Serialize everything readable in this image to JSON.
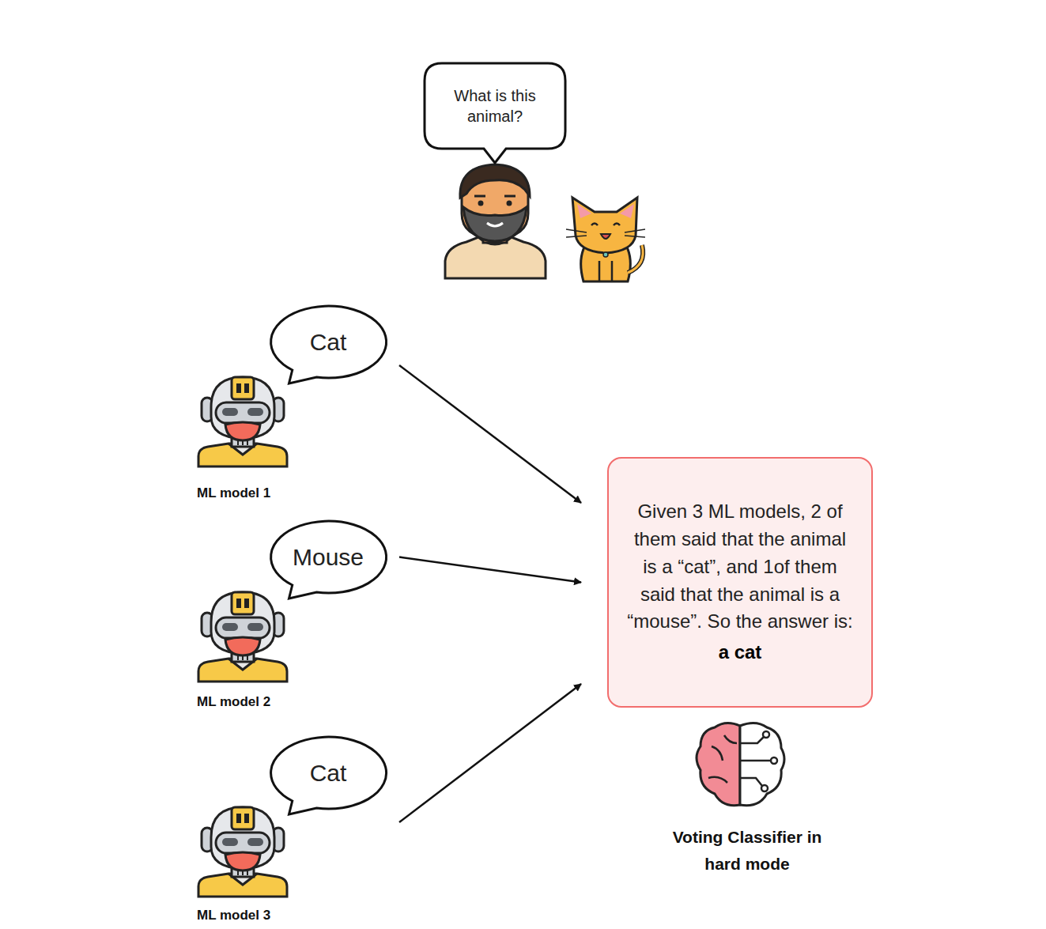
{
  "diagram": {
    "nodes": [
      {
        "text": [
          "What is this animal?"
        ]
      },
      {
        "text": [
          "Cat"
        ]
      },
      {
        "text": [
          "Mouse"
        ]
      },
      {
        "text": [
          "Cat"
        ]
      },
      {
        "text": [
          "Given 3 ML models, 2 of them said that the animal is a “cat”, and 1of them said that the animal is a “mouse”. So the answer is:",
          "a cat"
        ]
      }
    ],
    "edges": [
      {
        "from": 1,
        "to": 4,
        "arrow": "to"
      },
      {
        "from": 2,
        "to": 4,
        "arrow": "to"
      },
      {
        "from": 3,
        "to": 4,
        "arrow": "to"
      }
    ],
    "labels": [
      "ML model 1",
      "ML model 2",
      "ML model 3",
      "Voting Classifier in hard mode"
    ]
  }
}
